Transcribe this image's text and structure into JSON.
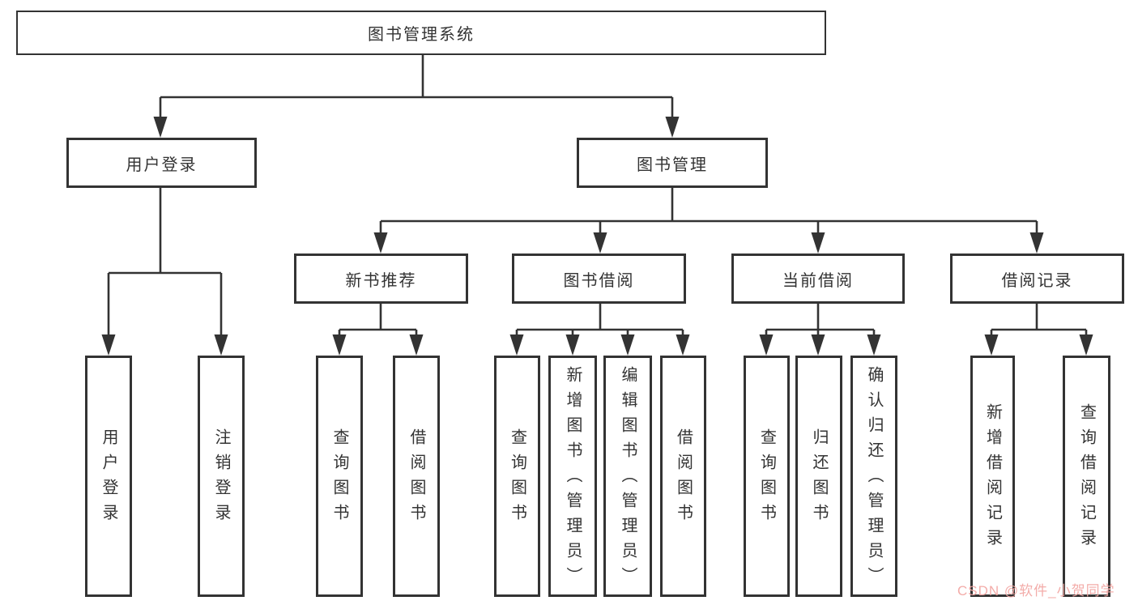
{
  "tree": {
    "root": {
      "label": "图书管理系统"
    },
    "branches": [
      {
        "label": "用户登录",
        "children": [
          {
            "label": "用户登录"
          },
          {
            "label": "注销登录"
          }
        ]
      },
      {
        "label": "图书管理",
        "children": [
          {
            "label": "新书推荐",
            "children": [
              {
                "label": "查询图书"
              },
              {
                "label": "借阅图书"
              }
            ]
          },
          {
            "label": "图书借阅",
            "children": [
              {
                "label": "查询图书"
              },
              {
                "label": "新增图书（管理员）"
              },
              {
                "label": "编辑图书（管理员）"
              },
              {
                "label": "借阅图书"
              }
            ]
          },
          {
            "label": "当前借阅",
            "children": [
              {
                "label": "查询图书"
              },
              {
                "label": "归还图书"
              },
              {
                "label": "确认归还（管理员）"
              }
            ]
          },
          {
            "label": "借阅记录",
            "children": [
              {
                "label": "新增借阅记录"
              },
              {
                "label": "查询借阅记录"
              }
            ]
          }
        ]
      }
    ]
  },
  "watermark": {
    "text": "CSDN @软件_小贺同学",
    "color": "#f2a8a4"
  },
  "style": {
    "line_color": "#333333",
    "text_color": "#333333",
    "box_background": "#ffffff",
    "page_background": "#ffffff"
  }
}
